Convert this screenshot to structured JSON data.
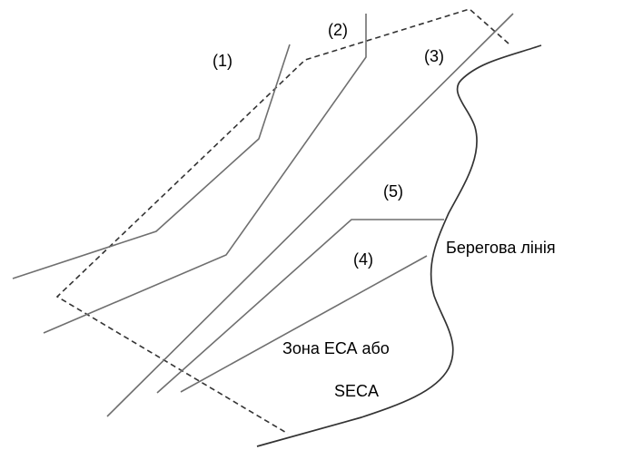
{
  "labels": {
    "route_1": "(1)",
    "route_2": "(2)",
    "route_3": "(3)",
    "route_4": "(4)",
    "route_5": "(5)",
    "coastline": "Берегова лінія",
    "zone_line1": "Зона ЕСА або",
    "zone_line2": "SECA"
  },
  "colors": {
    "route_lines": "#6f6f6f",
    "boundary": "#333333",
    "text": "#000000"
  }
}
